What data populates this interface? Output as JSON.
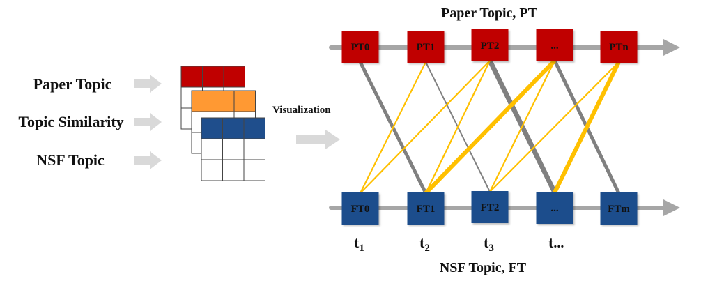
{
  "left_labels": [
    "Paper Topic",
    "Topic Similarity",
    "NSF Topic"
  ],
  "visualization_label": "Visualization",
  "top_title": "Paper Topic, PT",
  "bottom_title": "NSF Topic, FT",
  "paper_topics": [
    "PT0",
    "PT1",
    "PT2",
    "...",
    "PTn"
  ],
  "nsf_topics": [
    "FT0",
    "FT1",
    "FT2",
    "...",
    "FTm"
  ],
  "time_labels": [
    {
      "base": "t",
      "sub": "1"
    },
    {
      "base": "t",
      "sub": "2"
    },
    {
      "base": "t",
      "sub": "3"
    },
    {
      "base": "t",
      "sub": "..."
    }
  ],
  "colors": {
    "paper_topic": "#c00000",
    "topic_similarity": "#ff9933",
    "nsf_topic": "#1f4e8c",
    "timeline": "#a6a6a6",
    "gray_link": "#808080",
    "yellow_link": "#ffc000",
    "arrow": "#d9d9d9"
  },
  "links": [
    {
      "from": 0,
      "to": 1,
      "color": "gray",
      "weight": "medium"
    },
    {
      "from": 1,
      "to": 2,
      "color": "gray",
      "weight": "thin"
    },
    {
      "from": 2,
      "to": 3,
      "color": "gray",
      "weight": "heavy"
    },
    {
      "from": 3,
      "to": 4,
      "color": "gray",
      "weight": "medium"
    },
    {
      "from": 1,
      "to": 0,
      "color": "yellow",
      "weight": "thin"
    },
    {
      "from": 2,
      "to": 0,
      "color": "yellow",
      "weight": "thin"
    },
    {
      "from": 2,
      "to": 1,
      "color": "yellow",
      "weight": "thin"
    },
    {
      "from": 3,
      "to": 1,
      "color": "yellow",
      "weight": "heavy"
    },
    {
      "from": 3,
      "to": 2,
      "color": "yellow",
      "weight": "thin"
    },
    {
      "from": 4,
      "to": 2,
      "color": "yellow",
      "weight": "thin"
    },
    {
      "from": 4,
      "to": 3,
      "color": "yellow",
      "weight": "heavy"
    }
  ]
}
